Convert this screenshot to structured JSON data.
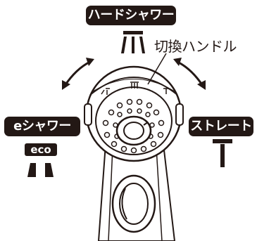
{
  "labels": {
    "hard_shower": "ハードシャワー",
    "switch_handle": "切換ハンドル",
    "e_shower": "eシャワー",
    "straight": "ストレート",
    "eco": "eco"
  },
  "colors": {
    "ink": "#231815",
    "background": "#ffffff"
  },
  "icons": [
    "hard-shower-spray-icon",
    "eco-dual-spray-icon",
    "straight-spray-icon"
  ]
}
